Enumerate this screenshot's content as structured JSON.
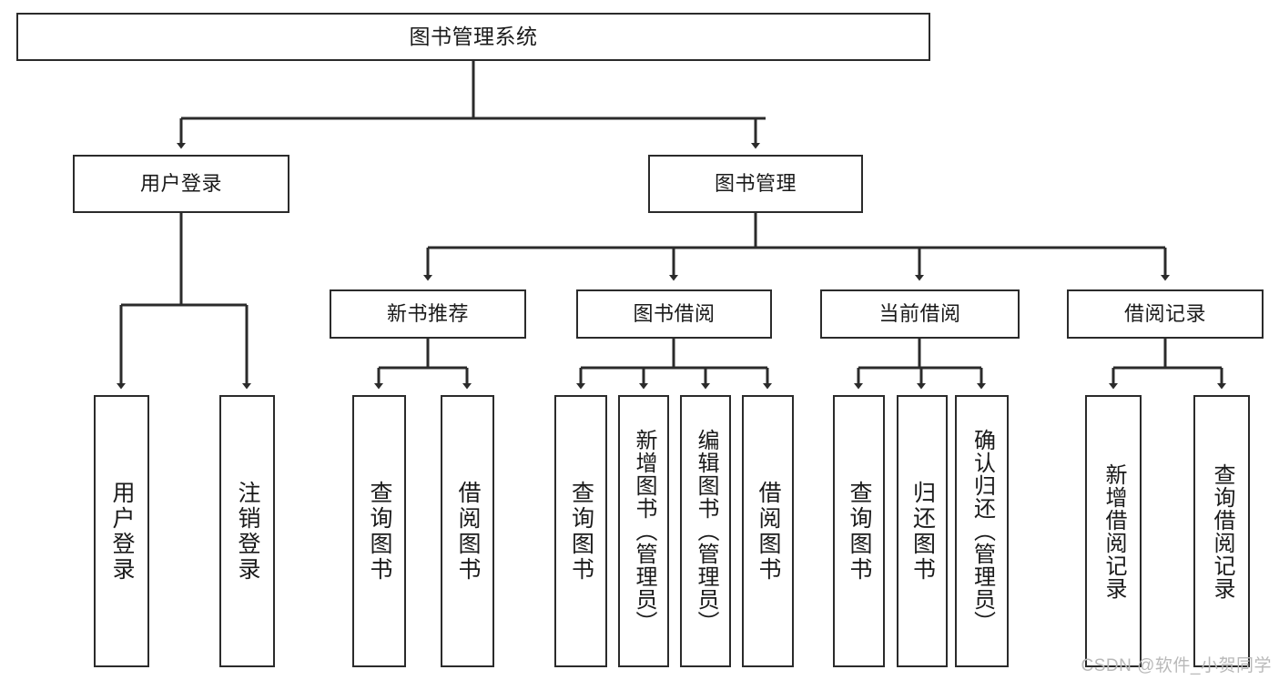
{
  "diagram": {
    "title": "图书管理系统",
    "type": "tree",
    "stroke_color": "#2b2b2b",
    "fill_color": "#ffffff",
    "text_color": "#1a1a1a",
    "root": {
      "label": "图书管理系统"
    },
    "level2": [
      {
        "label": "用户登录"
      },
      {
        "label": "图书管理"
      }
    ],
    "level3": [
      {
        "label": "新书推荐"
      },
      {
        "label": "图书借阅"
      },
      {
        "label": "当前借阅"
      },
      {
        "label": "借阅记录"
      }
    ],
    "leaves": {
      "user_login": [
        {
          "label": "用户登录"
        },
        {
          "label": "注销登录"
        }
      ],
      "new_book": [
        {
          "label": "查询图书"
        },
        {
          "label": "借阅图书"
        }
      ],
      "book_borrow": [
        {
          "label": "查询图书"
        },
        {
          "label": "新增图书（管理员）"
        },
        {
          "label": "编辑图书（管理员）"
        },
        {
          "label": "借阅图书"
        }
      ],
      "current_borrow": [
        {
          "label": "查询图书"
        },
        {
          "label": "归还图书"
        },
        {
          "label": "确认归还（管理员）"
        }
      ],
      "borrow_record": [
        {
          "label": "新增借阅记录"
        },
        {
          "label": "查询借阅记录"
        }
      ]
    }
  },
  "watermark": {
    "text": "CSDN @软件_小贺同学"
  }
}
